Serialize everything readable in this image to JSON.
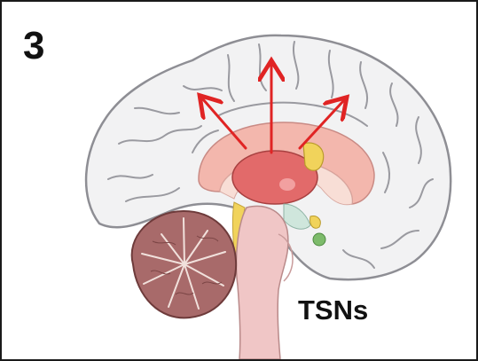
{
  "figure": {
    "panel_number": "3",
    "label": "TSNs"
  },
  "colors": {
    "cortex": "#f2f2f3",
    "cortex_outline": "#8e8e94",
    "cingulate_band": "#f3b7ad",
    "thalamus": "#e26a6a",
    "arrows": "#e02424",
    "cerebellum": "#a86a6a",
    "brainstem": "#f0c6c6",
    "yellow_structures": "#f1d35b",
    "green_structure": "#7dbb6b"
  },
  "icons": [
    "brain-sagittal-illustration",
    "projection-arrows"
  ]
}
